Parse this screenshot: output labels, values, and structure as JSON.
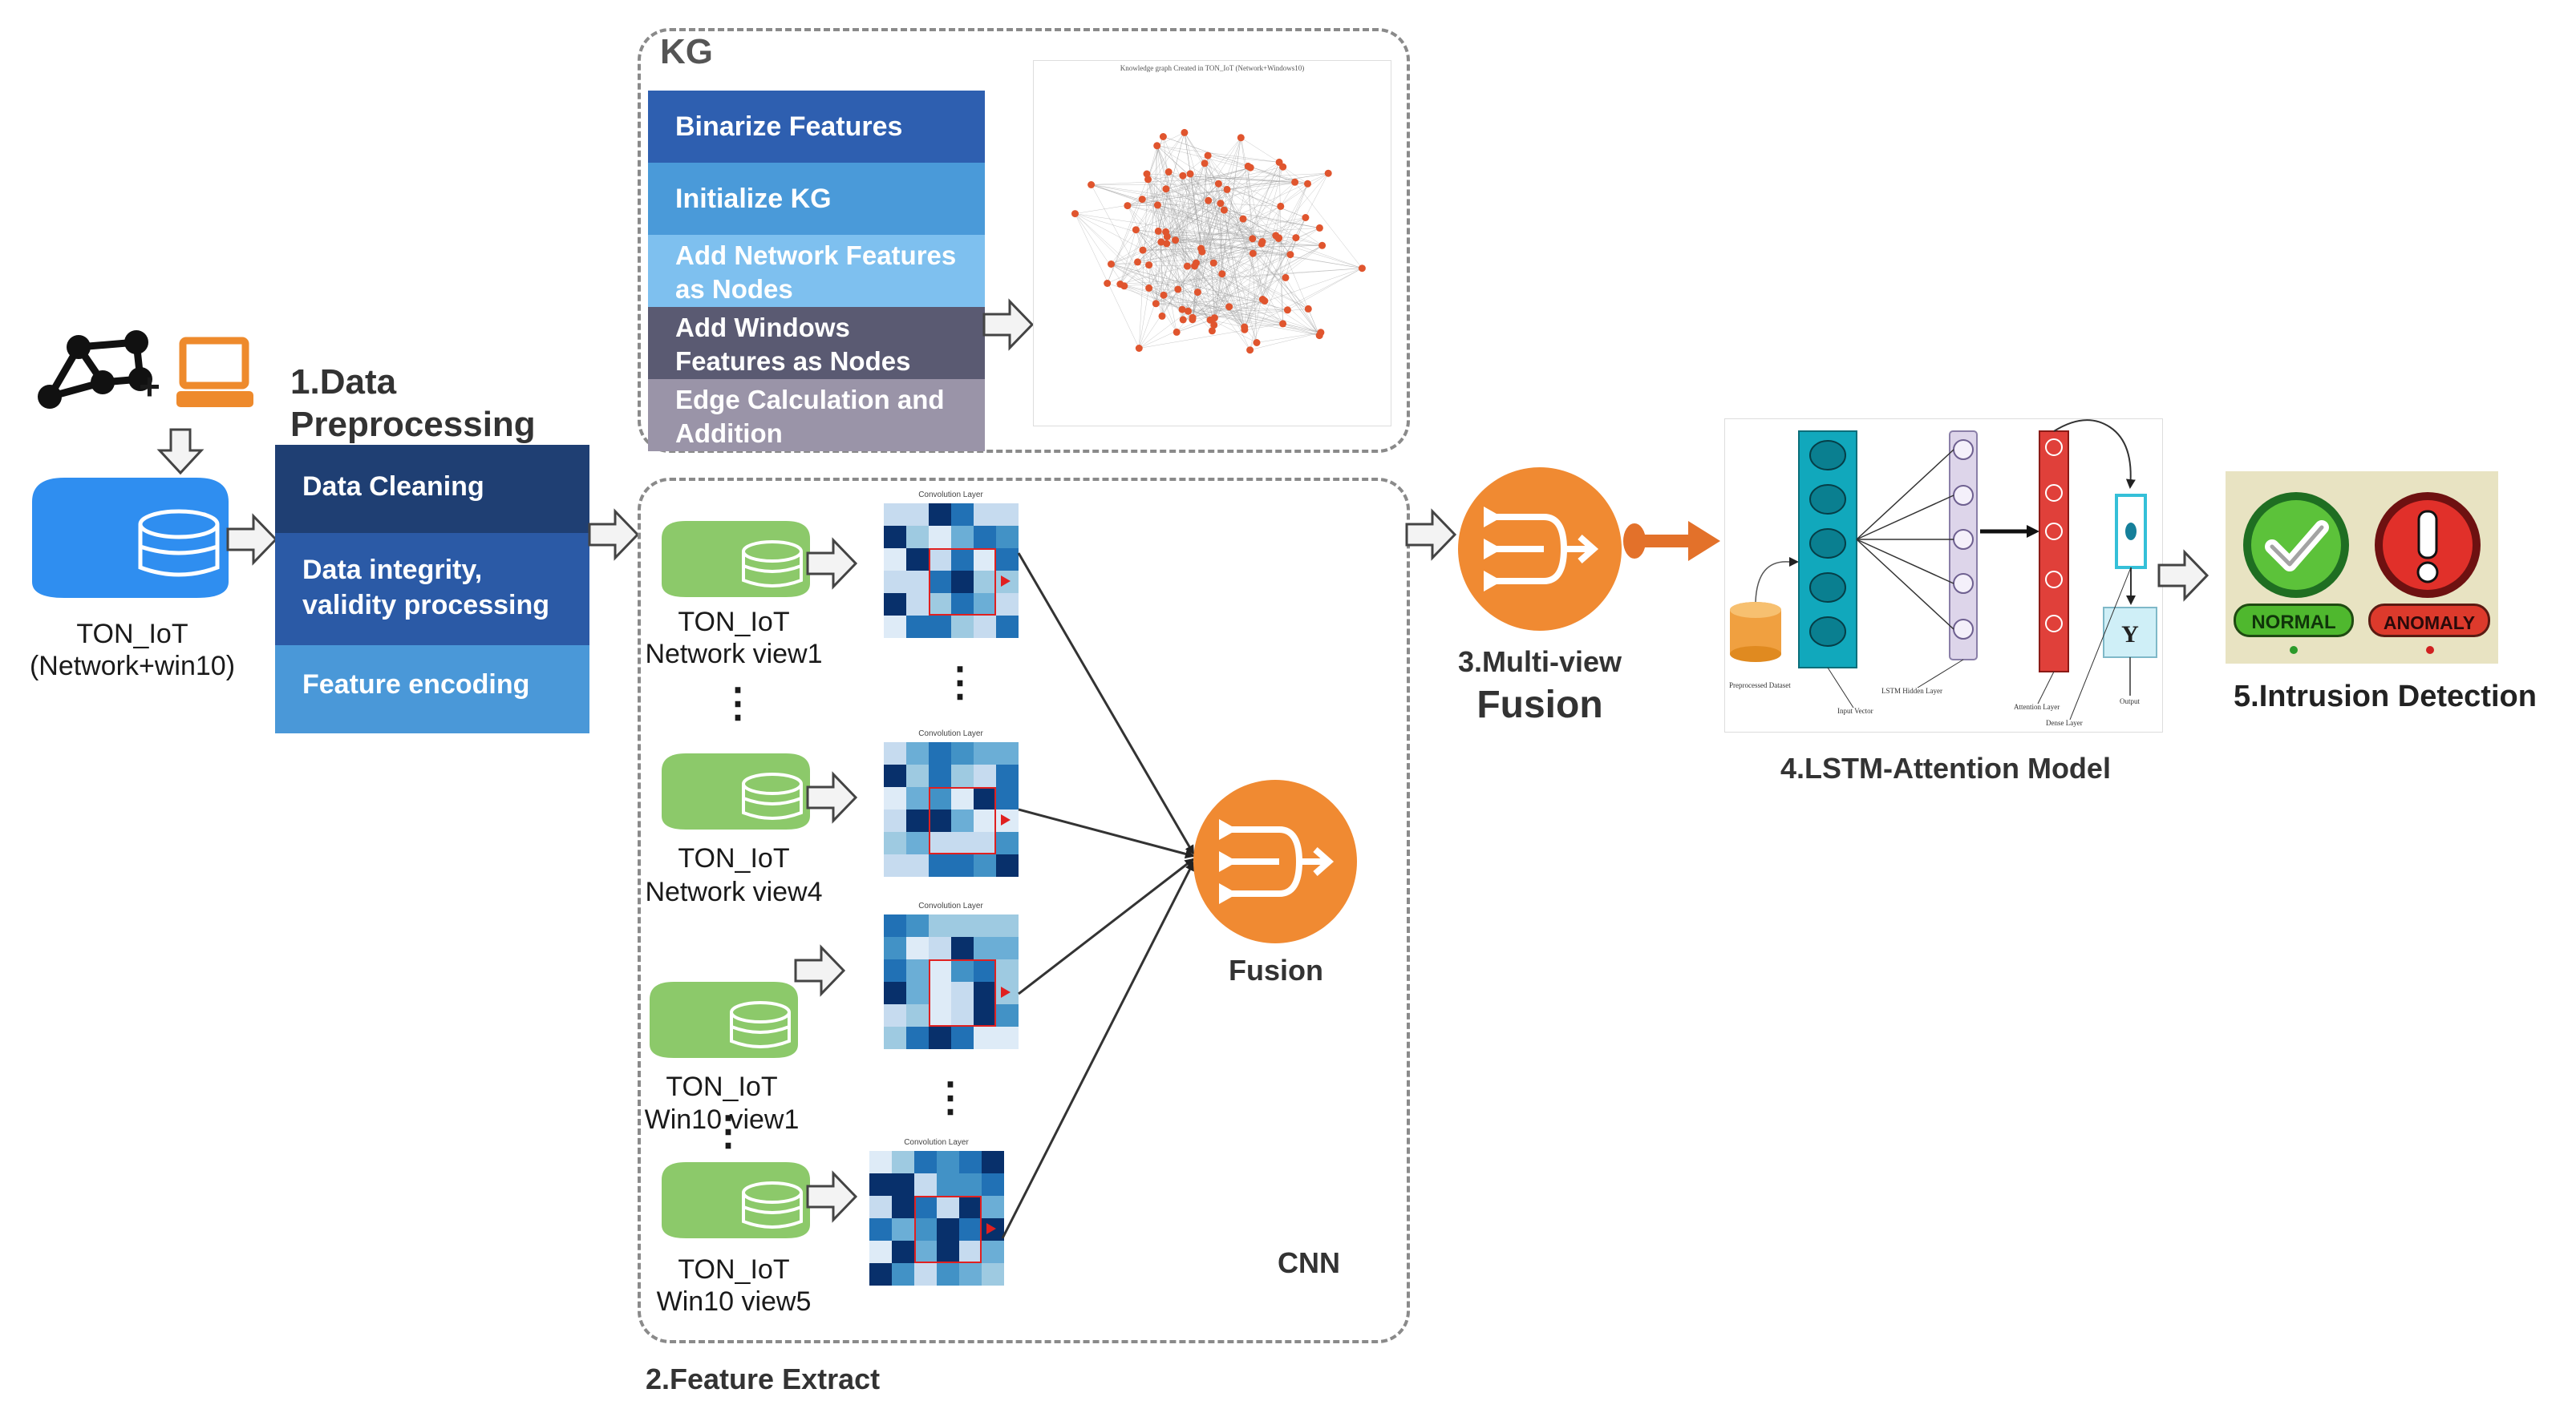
{
  "source": {
    "label_line1": "TON_IoT",
    "label_line2": "(Network+win10)",
    "plus": "+"
  },
  "preprocessing": {
    "title_line1": "1.Data",
    "title_line2": "Preprocessing",
    "steps": [
      "Data Cleaning",
      "Data integrity, validity processing",
      "Feature encoding"
    ],
    "step_colors": [
      "#1f3f73",
      "#2b5aa6",
      "#4a98d8"
    ]
  },
  "kg": {
    "title": "KG",
    "steps": [
      "Binarize Features",
      "Initialize KG",
      "Add Network Features as Nodes",
      "Add Windows Features as Nodes",
      "Edge Calculation and Addition"
    ],
    "step_colors": [
      "#2e5fb0",
      "#4a9ad9",
      "#7ec0ef",
      "#5a5a72",
      "#9a94a8"
    ],
    "graph_title": "Knowledge graph Created in TON_IoT (Network+Windows10)"
  },
  "feature_extract": {
    "caption": "2.Feature Extract",
    "cnn_label": "CNN",
    "fusion_label": "Fusion",
    "conv_label": "Convolution Layer",
    "views": [
      {
        "line1": "TON_IoT",
        "line2": "Network view1"
      },
      {
        "line1": "TON_IoT",
        "line2": "Network view4"
      },
      {
        "line1": "TON_IoT",
        "line2": "Win10 view1"
      },
      {
        "line1": "TON_IoT",
        "line2": "Win10 view5"
      }
    ],
    "ellipsis": "⋮"
  },
  "multiview": {
    "title_line1": "3.Multi-view",
    "title_line2": "Fusion"
  },
  "lstm": {
    "caption": "4.LSTM-Attention Model",
    "labels": [
      "Preprocessed Dataset",
      "Input Vector",
      "LSTM Hidden Layer",
      "Attention Layer",
      "Dense Layer",
      "Output"
    ],
    "output_symbol": "Y"
  },
  "detection": {
    "caption": "5.Intrusion Detection",
    "normal": "NORMAL",
    "anomaly": "ANOMALY"
  },
  "colors": {
    "fusion_orange": "#f08a32",
    "db_blue": "#2f8ef0",
    "db_green": "#8cc96a",
    "dash_gray": "#8a8a8a"
  }
}
